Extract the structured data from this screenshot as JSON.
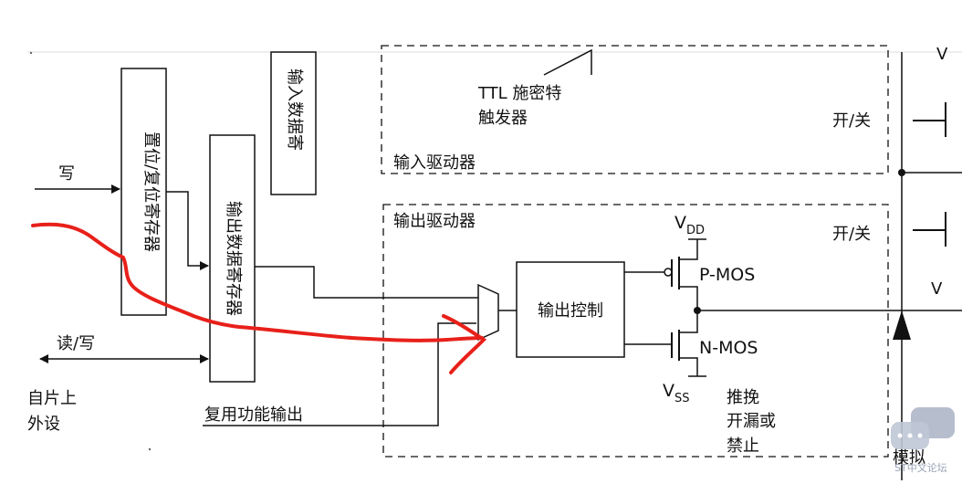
{
  "diagram": {
    "registers": {
      "set_reset": "置位/复位寄存器",
      "output_data": "输出数据寄存器",
      "input_data": "输入数据寄"
    },
    "signals": {
      "write": "写",
      "read_write": "读/写",
      "from_peripheral_line1": "自片上",
      "from_peripheral_line2": "外设",
      "alt_function_output": "复用功能输出",
      "analog": "模拟"
    },
    "input_driver": {
      "title": "输入驱动器",
      "ttl_line1": "TTL 施密特",
      "ttl_line2": "触发器",
      "switch": "开/关"
    },
    "output_driver": {
      "title": "输出驱动器",
      "control": "输出控制",
      "vdd_main": "V",
      "vdd_sub": "DD",
      "vss_main": "V",
      "vss_sub": "SS",
      "pmos": "P-MOS",
      "nmos": "N-MOS",
      "mode_line1": "推挽",
      "mode_line2": "开漏或",
      "mode_line3": "禁止",
      "switch": "开/关"
    },
    "right_edge": {
      "v_top": "V",
      "v_mid": "V"
    },
    "annotation_color": "#e8201a",
    "watermark": "ST中文论坛"
  }
}
